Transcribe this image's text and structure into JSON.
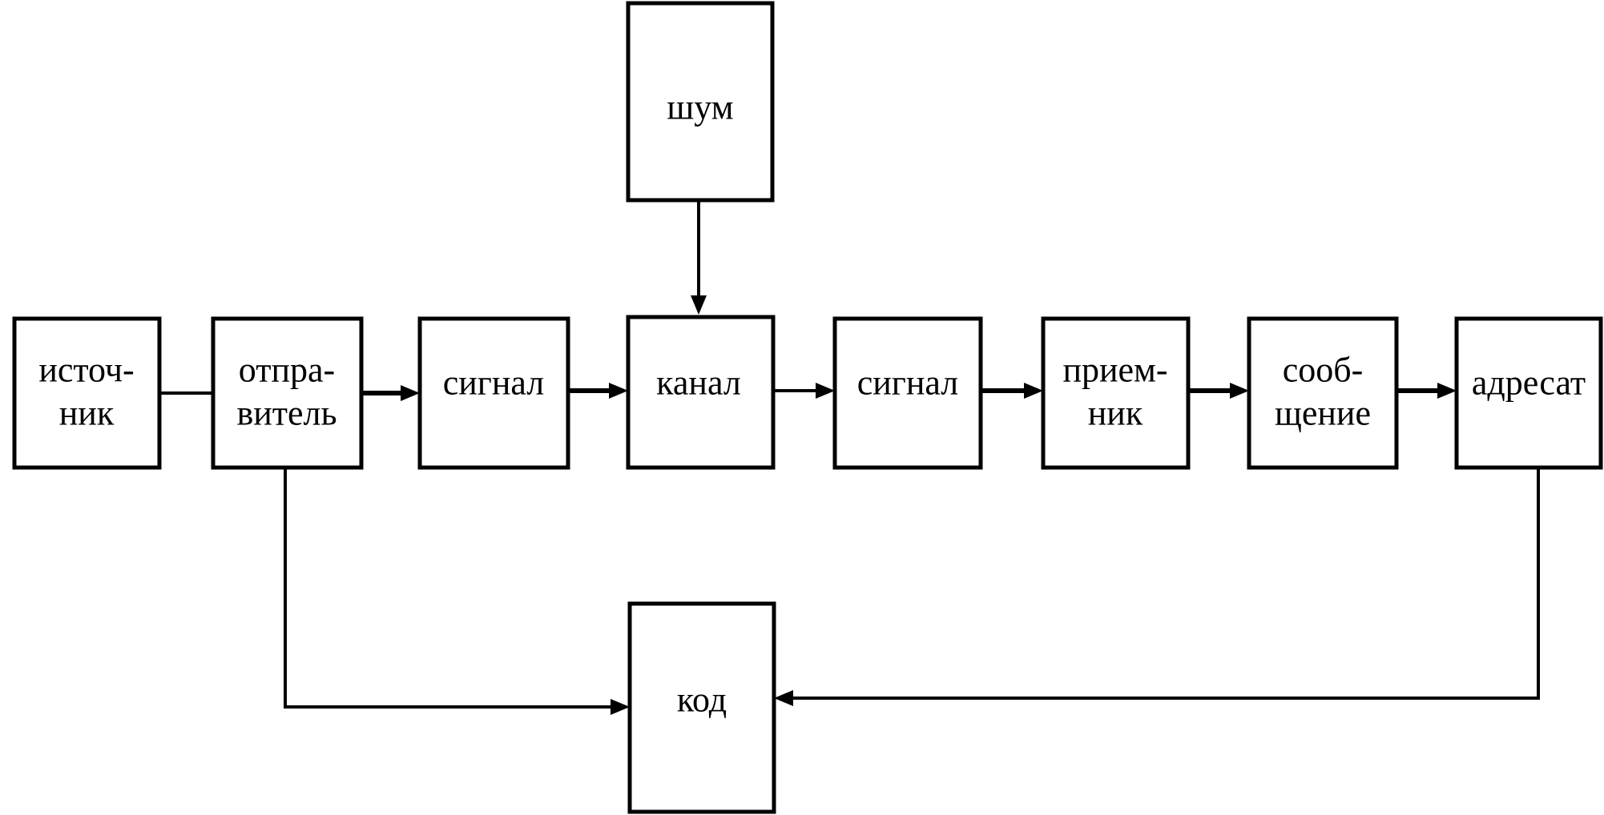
{
  "diagram": {
    "nodes": {
      "source": {
        "lines": [
          "источ-",
          "ник"
        ]
      },
      "sender": {
        "lines": [
          "отпра-",
          "витель"
        ]
      },
      "signal_1": {
        "lines": [
          "сигнал"
        ]
      },
      "channel": {
        "lines": [
          "канал"
        ]
      },
      "signal_2": {
        "lines": [
          "сигнал"
        ]
      },
      "receiver": {
        "lines": [
          "прием-",
          "ник"
        ]
      },
      "message": {
        "lines": [
          "сооб-",
          "щение"
        ]
      },
      "addressee": {
        "lines": [
          "адресат"
        ]
      },
      "noise": {
        "lines": [
          "шум"
        ]
      },
      "code": {
        "lines": [
          "код"
        ]
      }
    },
    "edges": [
      {
        "from": "source",
        "to": "sender",
        "arrow": false
      },
      {
        "from": "sender",
        "to": "signal_1",
        "arrow": true
      },
      {
        "from": "signal_1",
        "to": "channel",
        "arrow": true
      },
      {
        "from": "channel",
        "to": "signal_2",
        "arrow": true
      },
      {
        "from": "signal_2",
        "to": "receiver",
        "arrow": true
      },
      {
        "from": "receiver",
        "to": "message",
        "arrow": true
      },
      {
        "from": "message",
        "to": "addressee",
        "arrow": true
      },
      {
        "from": "noise",
        "to": "channel",
        "arrow": true
      },
      {
        "from": "sender",
        "to": "code",
        "arrow": true
      },
      {
        "from": "addressee",
        "to": "code",
        "arrow": true
      }
    ]
  }
}
